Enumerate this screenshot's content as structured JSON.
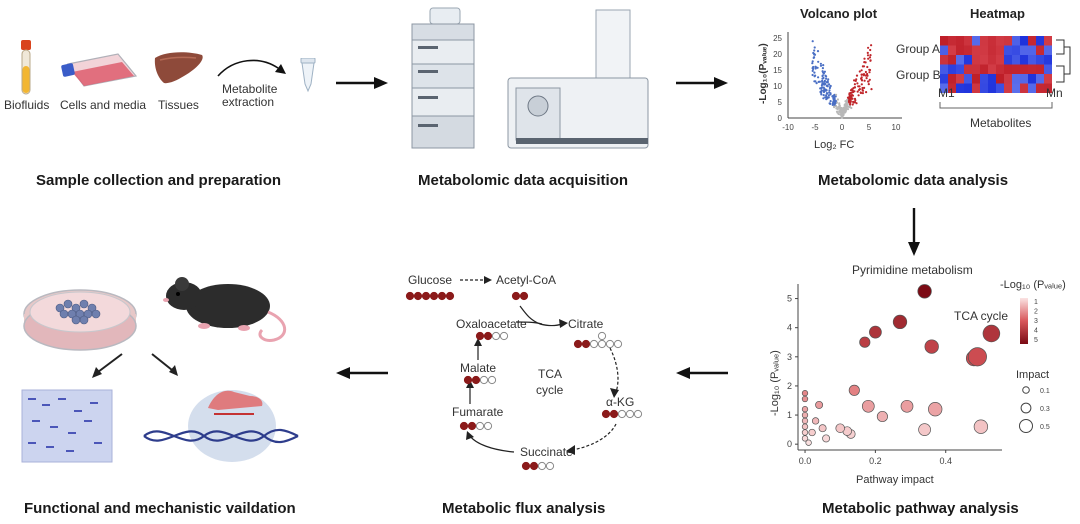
{
  "stages": {
    "collection": "Sample collection and preparation",
    "acquisition": "Metabolomic data acquisition",
    "analysis": "Metabolomic data analysis",
    "validation": "Functional and mechanistic vaildation",
    "flux": "Metabolic flux analysis",
    "pathway": "Metabolic pathway analysis"
  },
  "samples": {
    "biofluids": "Biofluids",
    "cells": "Cells and media",
    "tissues": "Tissues",
    "extraction_line1": "Metabolite",
    "extraction_line2": "extraction"
  },
  "volcano": {
    "title": "Volcano plot",
    "ylabel": "-Log₁₀(Pᵥₐₗᵤₑ)",
    "xlabel": "Log₂ FC",
    "yticks": [
      "0",
      "5",
      "10",
      "15",
      "20",
      "25"
    ],
    "xticks": [
      "-10",
      "-5",
      "0",
      "5",
      "10"
    ]
  },
  "heatmap": {
    "title": "Heatmap",
    "group_a": "Group A",
    "group_b": "Group B",
    "m1": "M1",
    "mn": "Mn",
    "xlabel": "Metabolites"
  },
  "flux": {
    "glucose": "Glucose",
    "acetylcoa": "Acetyl-CoA",
    "oxaloacetate": "Oxaloacetate",
    "citrate": "Citrate",
    "malate": "Malate",
    "akg": "α-KG",
    "fumarate": "Fumarate",
    "succinate": "Succinate",
    "tca_line1": "TCA",
    "tca_line2": "cycle"
  },
  "colors": {
    "dark_red": "#8b1a1a",
    "blue": "#4a6fc4",
    "red": "#c0262b",
    "heat_low": "#f7d4d4",
    "heat_high": "#7a0a14"
  },
  "chart_data": {
    "type": "scatter",
    "title": "",
    "xlabel": "Pathway impact",
    "ylabel": "-Log₁₀ (Pᵥₐₗᵤₑ)",
    "xlim": [
      -0.02,
      0.56
    ],
    "ylim": [
      -0.2,
      5.5
    ],
    "xticks": [
      "0.0",
      "0.2",
      "0.4"
    ],
    "yticks": [
      "0",
      "1",
      "2",
      "3",
      "4",
      "5"
    ],
    "annotations": [
      {
        "text": "Pyrimidine metabolism"
      },
      {
        "text": "TCA cycle"
      }
    ],
    "color_legend": {
      "title": "-Log₁₀ (Pᵥₐₗᵤₑ)",
      "ticks": [
        "1",
        "2",
        "3",
        "4",
        "5"
      ]
    },
    "size_legend": {
      "title": "Impact",
      "ticks": [
        "0.1",
        "0.3",
        "0.5"
      ]
    },
    "points": [
      {
        "x": 0.34,
        "y": 5.25,
        "impact": 0.3
      },
      {
        "x": 0.53,
        "y": 3.8,
        "impact": 0.4
      },
      {
        "x": 0.49,
        "y": 3.0,
        "impact": 0.45
      },
      {
        "x": 0.48,
        "y": 2.95,
        "impact": 0.35
      },
      {
        "x": 0.36,
        "y": 3.35,
        "impact": 0.3
      },
      {
        "x": 0.27,
        "y": 4.2,
        "impact": 0.3
      },
      {
        "x": 0.2,
        "y": 3.85,
        "impact": 0.25
      },
      {
        "x": 0.17,
        "y": 3.5,
        "impact": 0.2
      },
      {
        "x": 0.14,
        "y": 1.85,
        "impact": 0.2
      },
      {
        "x": 0.18,
        "y": 1.3,
        "impact": 0.25
      },
      {
        "x": 0.22,
        "y": 0.95,
        "impact": 0.2
      },
      {
        "x": 0.29,
        "y": 1.3,
        "impact": 0.25
      },
      {
        "x": 0.37,
        "y": 1.2,
        "impact": 0.3
      },
      {
        "x": 0.5,
        "y": 0.6,
        "impact": 0.3
      },
      {
        "x": 0.34,
        "y": 0.5,
        "impact": 0.25
      },
      {
        "x": 0.1,
        "y": 0.55,
        "impact": 0.15
      },
      {
        "x": 0.12,
        "y": 0.45,
        "impact": 0.15
      },
      {
        "x": 0.13,
        "y": 0.35,
        "impact": 0.15
      },
      {
        "x": 0.04,
        "y": 1.35,
        "impact": 0.1
      },
      {
        "x": 0.05,
        "y": 0.55,
        "impact": 0.1
      },
      {
        "x": 0.03,
        "y": 0.8,
        "impact": 0.08
      },
      {
        "x": 0.06,
        "y": 0.2,
        "impact": 0.1
      },
      {
        "x": 0.02,
        "y": 0.4,
        "impact": 0.08
      },
      {
        "x": 0.0,
        "y": 1.75,
        "impact": 0.05
      },
      {
        "x": 0.0,
        "y": 1.55,
        "impact": 0.05
      },
      {
        "x": 0.0,
        "y": 1.2,
        "impact": 0.05
      },
      {
        "x": 0.0,
        "y": 1.0,
        "impact": 0.05
      },
      {
        "x": 0.0,
        "y": 0.8,
        "impact": 0.05
      },
      {
        "x": 0.0,
        "y": 0.6,
        "impact": 0.05
      },
      {
        "x": 0.0,
        "y": 0.4,
        "impact": 0.05
      },
      {
        "x": 0.0,
        "y": 0.2,
        "impact": 0.05
      },
      {
        "x": 0.01,
        "y": 0.05,
        "impact": 0.05
      }
    ]
  }
}
